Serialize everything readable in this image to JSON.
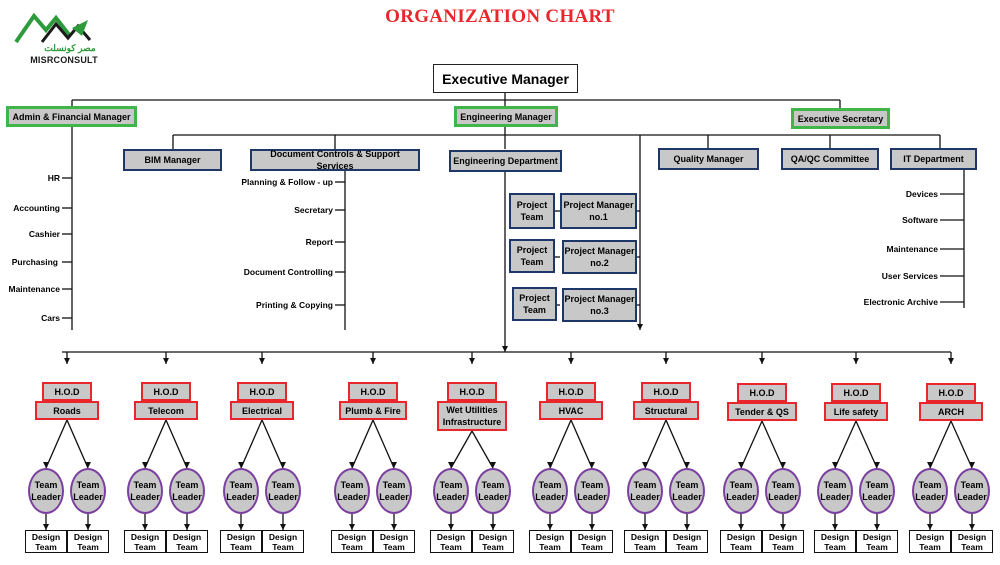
{
  "title": "ORGANIZATION CHART",
  "logo": {
    "arabic": "مصر كونسلت",
    "english": "MISRCONSULT"
  },
  "executive_manager": "Executive Manager",
  "top_managers": {
    "admin": "Admin & Financial Manager",
    "engineering": "Engineering Manager",
    "secretary": "Executive Secretary"
  },
  "admin_items": [
    "HR",
    "Accounting",
    "Cashier",
    "Purchasing",
    "Maintenance",
    "Cars"
  ],
  "second_level": {
    "bim": "BIM Manager",
    "doc_controls": "Document Controls & Support Services",
    "eng_dept": "Engineering Department",
    "quality": "Quality Manager",
    "qaqc": "QA/QC Committee",
    "it": "IT Department"
  },
  "doc_items": [
    "Planning & Follow - up",
    "Secretary",
    "Report",
    "Document Controlling",
    "Printing & Copying"
  ],
  "projects": [
    {
      "team": "Project Team",
      "manager": "Project Manager no.1"
    },
    {
      "team": "Project Team",
      "manager": "Project Manager no.2"
    },
    {
      "team": "Project Team",
      "manager": "Project Manager no.3"
    }
  ],
  "it_items": [
    "Devices",
    "Software",
    "Maintenance",
    "User Services",
    "Electronic Archive"
  ],
  "hod_label": "H.O.D",
  "team_leader_label": "Team Leader",
  "design_team_label": "Design Team",
  "departments": [
    "Roads",
    "Telecom",
    "Electrical",
    "Plumb & Fire",
    "Wet Utilities Infrastructure",
    "HVAC",
    "Structural",
    "Tender & QS",
    "Life safety",
    "ARCH"
  ],
  "colors": {
    "title": "#e8262b",
    "green_border": "#3fb54a",
    "blue_border": "#1f3766",
    "red_border": "#e8262b",
    "purple_border": "#7b3fa0",
    "box_fill": "#c8c8c8"
  }
}
